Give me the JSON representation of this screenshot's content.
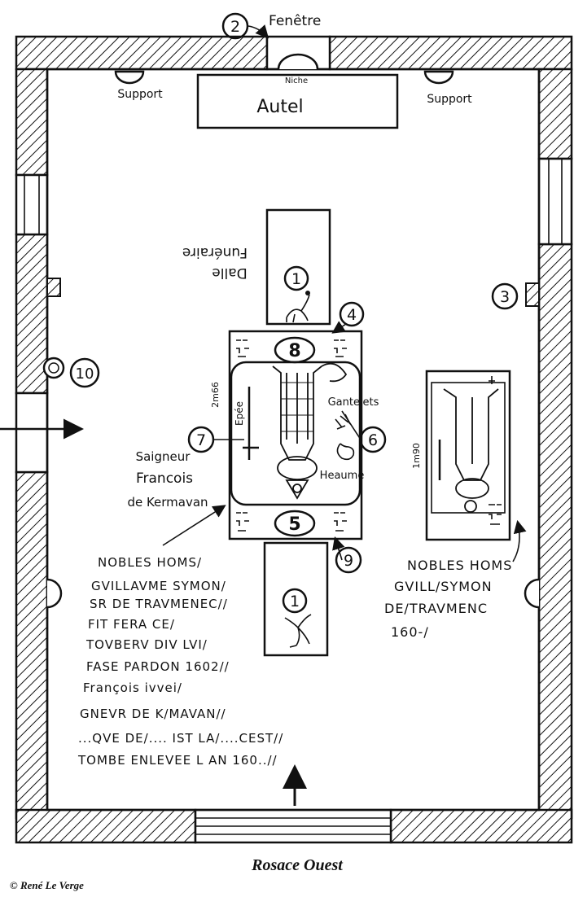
{
  "title": "Rosace Ouest",
  "copyright": "© René Le Verge",
  "labels": {
    "fenetre": "Fenêtre",
    "niche": "Niche",
    "autel": "Autel",
    "support_left": "Support",
    "support_right": "Support",
    "dalle": "Dalle",
    "funeraire": "Funéraire",
    "epee": "Epée",
    "gantelets": "Gantelets",
    "heaume": "Heaume",
    "dim_left": "2m66",
    "dim_right": "1m90",
    "seigneur_1": "Saigneur",
    "seigneur_2": "Francois",
    "seigneur_3": "de Kermavan"
  },
  "markers": {
    "m1_top": "1",
    "m1_bottom": "1",
    "m2": "2",
    "m3": "3",
    "m4": "4",
    "m5": "5",
    "m6": "6",
    "m7": "7",
    "m8": "8",
    "m9": "9",
    "m10": "10"
  },
  "inscription_left": [
    "NOBLES HOMS/",
    "GVILLAVME SYMON/",
    "SR DE TRAVMENEC//",
    "FIT FERA CE/",
    "TOVBERV DIV LVI/",
    "FASE PARDON 1602//",
    "François ivvei/",
    "GNEVR DE K/MAVAN//",
    "...QVE DE/.... IST LA/....CEST//",
    "TOMBE ENLEVEE L AN 160..//"
  ],
  "inscription_right": [
    "NOBLES HOMS",
    "GVILL/SYMON",
    "DE/TRAVMENC",
    "160-/"
  ]
}
